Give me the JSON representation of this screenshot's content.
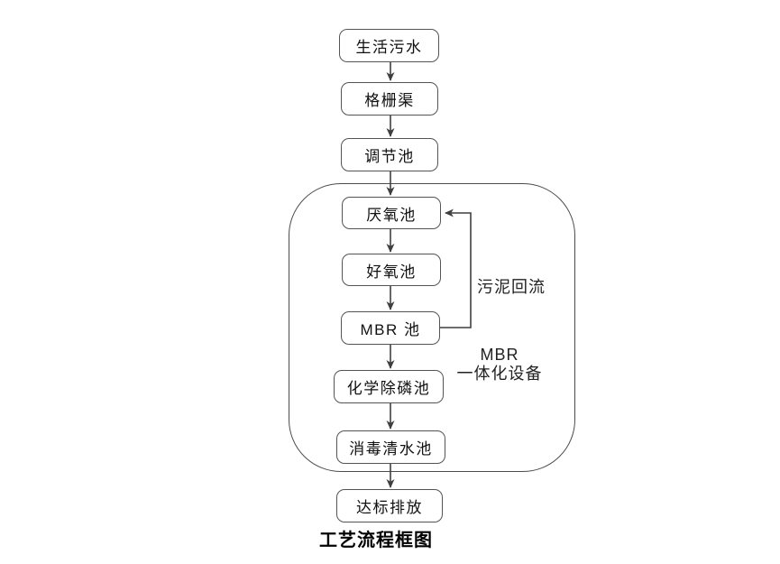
{
  "title": "工艺流程框图",
  "group_label": {
    "line1": "MBR",
    "line2": "一体化设备"
  },
  "feedback_label": "污泥回流",
  "nodes": [
    {
      "label": "生活污水"
    },
    {
      "label": "格栅渠"
    },
    {
      "label": "调节池"
    },
    {
      "label": "厌氧池"
    },
    {
      "label": "好氧池"
    },
    {
      "label": "MBR 池"
    },
    {
      "label": "化学除磷池"
    },
    {
      "label": "消毒清水池"
    },
    {
      "label": "达标排放"
    }
  ],
  "edges": [
    {
      "from": "生活污水",
      "to": "格栅渠"
    },
    {
      "from": "格栅渠",
      "to": "调节池"
    },
    {
      "from": "调节池",
      "to": "厌氧池"
    },
    {
      "from": "厌氧池",
      "to": "好氧池"
    },
    {
      "from": "好氧池",
      "to": "MBR 池"
    },
    {
      "from": "MBR 池",
      "to": "化学除磷池"
    },
    {
      "from": "MBR 池",
      "to": "厌氧池",
      "label": "污泥回流"
    },
    {
      "from": "化学除磷池",
      "to": "消毒清水池"
    },
    {
      "from": "消毒清水池",
      "to": "达标排放"
    }
  ],
  "group_contains": [
    "厌氧池",
    "好氧池",
    "MBR 池",
    "化学除磷池",
    "消毒清水池"
  ],
  "colors": {
    "line": "#3f3f3f",
    "box_border": "#545454",
    "group_border": "#4c4c4c",
    "box_fill": "#ffffff",
    "text": "#111111",
    "background": "#ffffff"
  }
}
